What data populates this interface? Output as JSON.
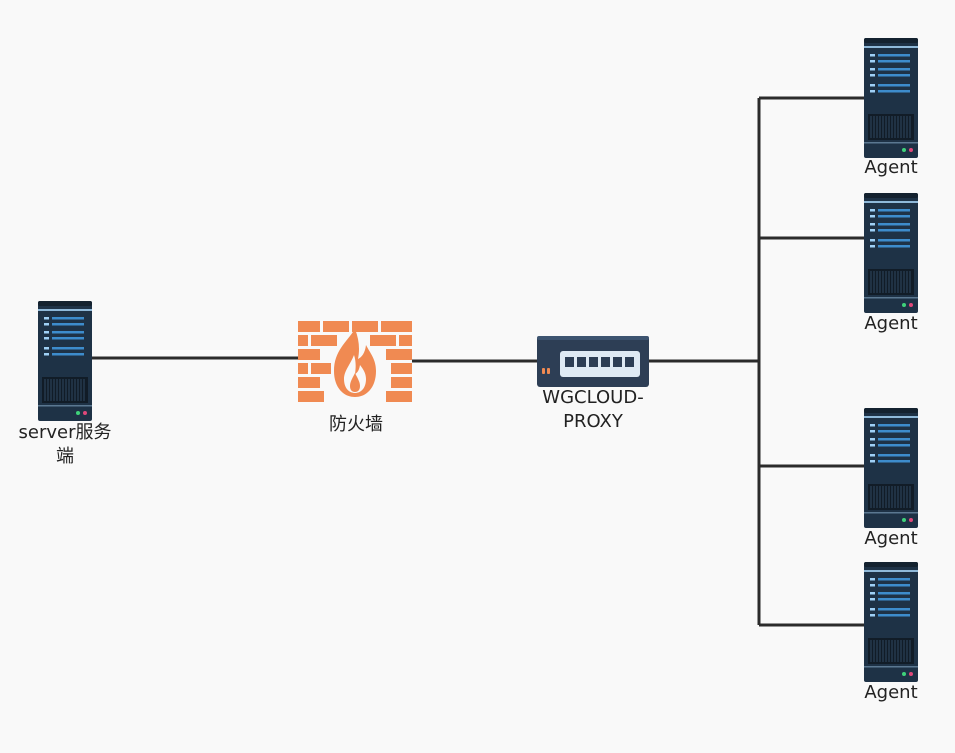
{
  "colors": {
    "background": "#f9f9f9",
    "connector": "#2b2b2b",
    "server_body": "#1e3246",
    "server_accent": "#3d8ccc",
    "firewall": "#f08a52",
    "switch_body": "#2d3e55"
  },
  "nodes": {
    "server": {
      "label": "server服务端",
      "icon": "server-icon"
    },
    "firewall": {
      "label": "防火墙",
      "icon": "firewall-icon"
    },
    "proxy": {
      "label": "WGCLOUD-PROXY",
      "icon": "network-switch-icon"
    },
    "agents": [
      {
        "label": "Agent",
        "icon": "server-icon"
      },
      {
        "label": "Agent",
        "icon": "server-icon"
      },
      {
        "label": "Agent",
        "icon": "server-icon"
      },
      {
        "label": "Agent",
        "icon": "server-icon"
      }
    ]
  }
}
